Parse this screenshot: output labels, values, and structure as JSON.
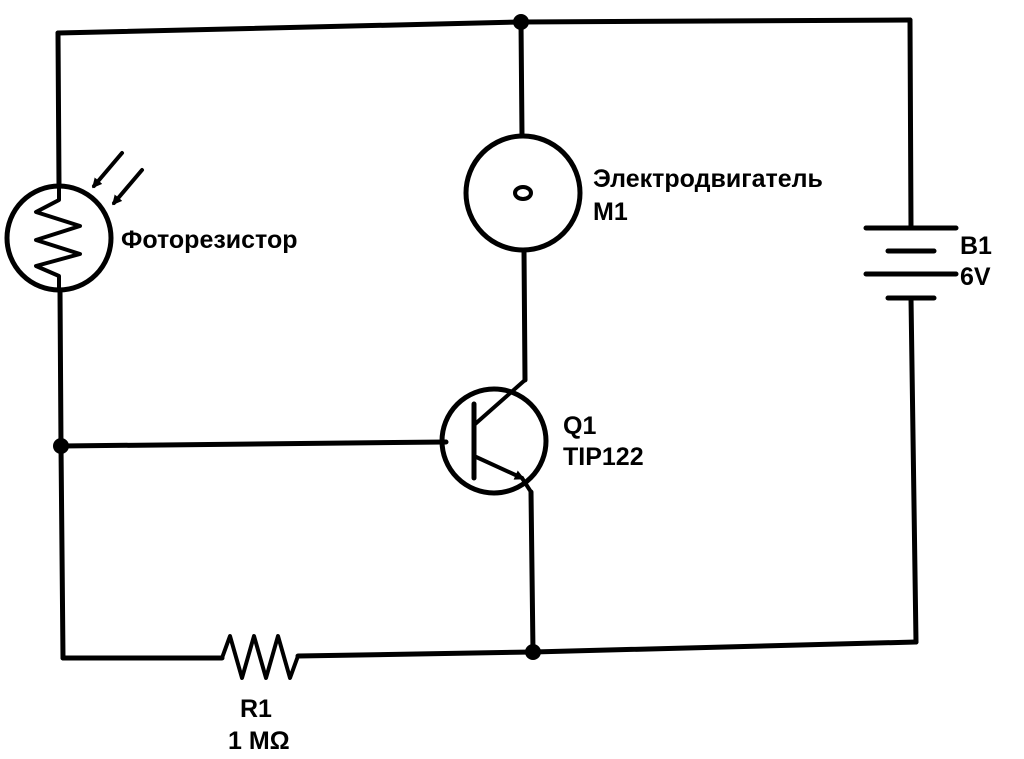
{
  "components": {
    "photoresistor": {
      "label": "Фоторезистор"
    },
    "motor": {
      "name": "Электродвигатель",
      "ref": "M1"
    },
    "battery": {
      "ref": "B1",
      "value": "6V"
    },
    "transistor": {
      "ref": "Q1",
      "part": "TIP122"
    },
    "resistor": {
      "ref": "R1",
      "value": "1 MΩ"
    }
  }
}
